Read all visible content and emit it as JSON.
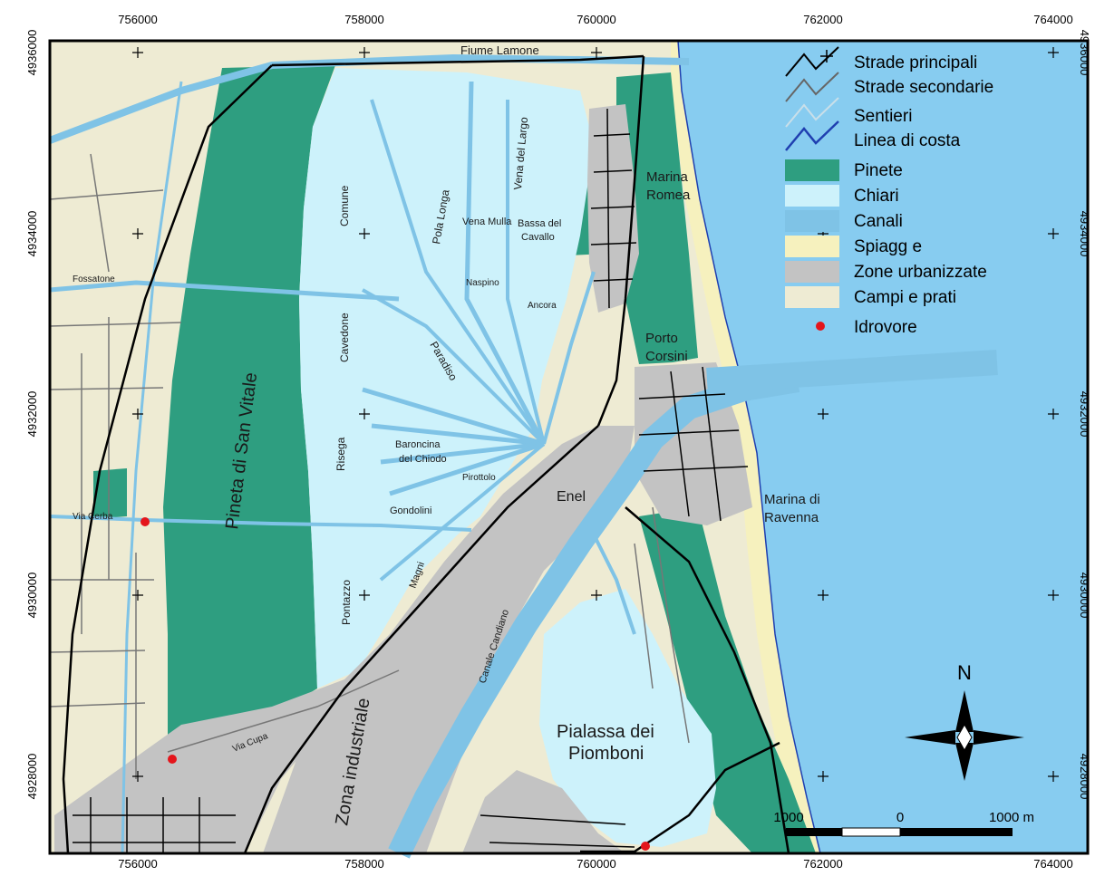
{
  "colors": {
    "sea": "#87ccf0",
    "land": "#eeebd3",
    "pine": "#2e9e80",
    "lagoon": "#cdf2fb",
    "canal": "#7fc3e6",
    "beach": "#f6f1be",
    "urban": "#c3c3c3",
    "road_main": "#000000",
    "road_secondary": "#777777",
    "coastline": "#1f3fb0",
    "pump": "#e4151b"
  },
  "axes": {
    "x_ticks": [
      "756000",
      "758000",
      "760000",
      "762000",
      "764000"
    ],
    "y_ticks": [
      "4936000",
      "4934000",
      "4932000",
      "4930000",
      "4928000"
    ]
  },
  "legend": {
    "items": [
      {
        "label": "Strade principali",
        "icon": "road-main-icon"
      },
      {
        "label": "Strade secondarie",
        "icon": "road-secondary-icon"
      },
      {
        "label": "Sentieri",
        "icon": "path-icon"
      },
      {
        "label": "Linea di costa",
        "icon": "coastline-icon"
      },
      {
        "label": "Pinete",
        "icon": "pine-swatch"
      },
      {
        "label": "Chiari",
        "icon": "lagoon-swatch"
      },
      {
        "label": "Canali",
        "icon": "canal-swatch"
      },
      {
        "label": "Spiagg e",
        "icon": "beach-swatch"
      },
      {
        "label": "Zone urbanizzate",
        "icon": "urban-swatch"
      },
      {
        "label": "Campi e prati",
        "icon": "field-swatch"
      },
      {
        "label": "Idrovore",
        "icon": "pump-dot"
      }
    ]
  },
  "labels": {
    "fiume_lamone": "Fiume Lamone",
    "marina_romea_1": "Marina",
    "marina_romea_2": "Romea",
    "porto_corsini_1": "Porto",
    "porto_corsini_2": "Corsini",
    "marina_ravenna_1": "Marina di",
    "marina_ravenna_2": "Ravenna",
    "enel": "Enel",
    "pineta": "Pineta di San Vitale",
    "zona_industriale": "Zona industriale",
    "pialassa_1": "Pialassa dei",
    "pialassa_2": "Piomboni",
    "comune": "Comune",
    "cavedone": "Cavedone",
    "risega": "Risega",
    "pontazzo": "Pontazzo",
    "pola_longa": "Pola Longa",
    "vena_del_largo": "Vena del Largo",
    "vena_mulla": "Vena Mulla",
    "bassa_del_cavallo_1": "Bassa del",
    "bassa_del_cavallo_2": "Cavallo",
    "paradiso": "Paradiso",
    "baroncina_1": "Baroncina",
    "baroncina_2": "del Chiodo",
    "gondolini": "Gondolini",
    "magni": "Magni",
    "canale_candiano": "Canale Candiano",
    "fossatone": "Fossatone",
    "via_cerba": "Via Cerba",
    "via_cupa": "Via Cupa",
    "naspino": "Naspino",
    "ancora": "Ancora",
    "pirottolo": "Pirottolo"
  },
  "compass": {
    "north": "N"
  },
  "scale_bar": {
    "left": "1000",
    "middle": "0",
    "right": "1000 m"
  }
}
